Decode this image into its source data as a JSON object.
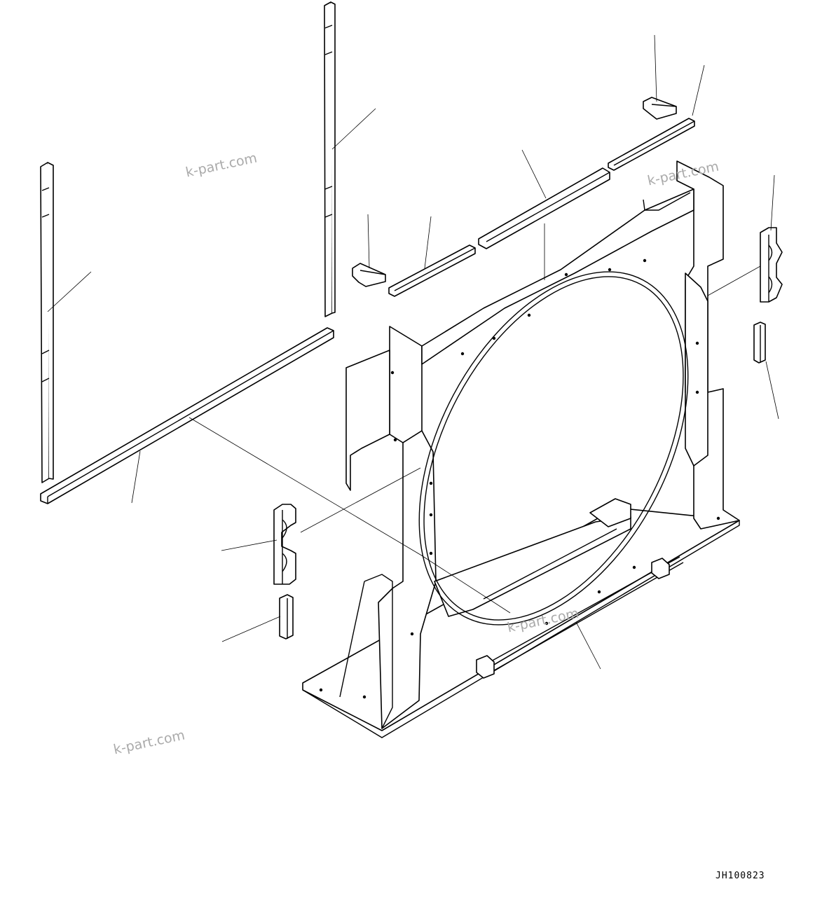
{
  "watermarks": [
    "k-part.com",
    "k-part.com",
    "k-part.com",
    "k-part.com"
  ],
  "drawing_code": "JH100823",
  "colors": {
    "line": "#000000",
    "background": "#ffffff",
    "watermark": "#aaaaaa"
  }
}
